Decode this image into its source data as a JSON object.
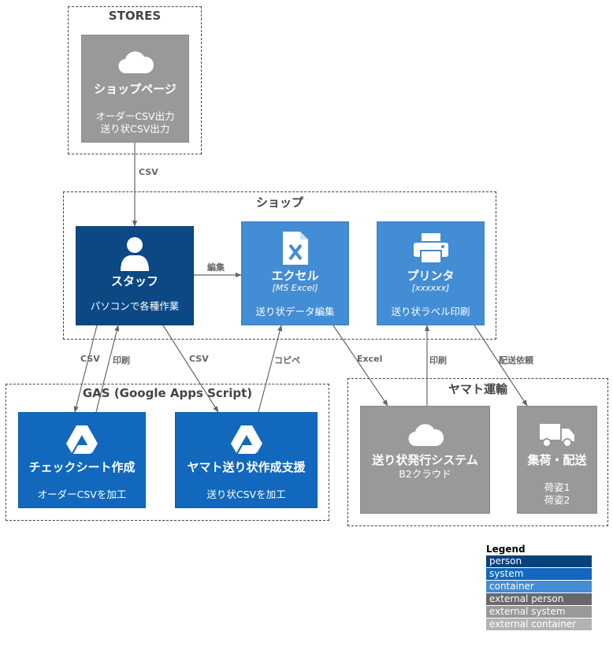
{
  "boundaries": {
    "stores": "STORES",
    "shop": "ショップ",
    "gas": "GAS (Google Apps Script)",
    "yamato": "ヤマト運輸"
  },
  "nodes": {
    "shop_page": {
      "name": "ショップページ",
      "desc1": "オーダーCSV出力",
      "desc2": "送り状CSV出力",
      "icon": "cloud-icon"
    },
    "staff": {
      "name": "スタッフ",
      "desc": "パソコンで各種作業",
      "icon": "user-icon"
    },
    "excel": {
      "name": "エクセル",
      "tech": "[MS Excel]",
      "desc": "送り状データ編集",
      "icon": "excel-icon"
    },
    "printer": {
      "name": "プリンタ",
      "tech": "[xxxxxx]",
      "desc": "送り状ラベル印刷",
      "icon": "printer-icon"
    },
    "check_sheet": {
      "name": "チェックシート作成",
      "desc": "オーダーCSVを加工",
      "icon": "google-drive-icon"
    },
    "yamato_support": {
      "name": "ヤマト送り状作成支援",
      "desc": "送り状CSVを加工",
      "icon": "google-drive-icon"
    },
    "invoice_system": {
      "name": "送り状発行システム",
      "desc": "B2クラウド",
      "icon": "cloud-icon"
    },
    "pickup": {
      "name": "集荷・配送",
      "desc1": "荷姿1",
      "desc2": "荷姿2",
      "icon": "truck-icon"
    }
  },
  "edges": {
    "csv_top": "CSV",
    "edit": "編集",
    "csv_left": "CSV",
    "print_left": "印刷",
    "csv_mid": "CSV",
    "copy_paste": "コピペ",
    "excel_out": "Excel",
    "print_right": "印刷",
    "delivery_request": "配送依頼"
  },
  "legend": {
    "title": "Legend",
    "items": [
      {
        "label": "person",
        "color": "#08427b"
      },
      {
        "label": "system",
        "color": "#1168bd"
      },
      {
        "label": "container",
        "color": "#438dd5"
      },
      {
        "label": "external person",
        "color": "#686868"
      },
      {
        "label": "external system",
        "color": "#999999"
      },
      {
        "label": "external container",
        "color": "#b3b3b3"
      }
    ]
  }
}
